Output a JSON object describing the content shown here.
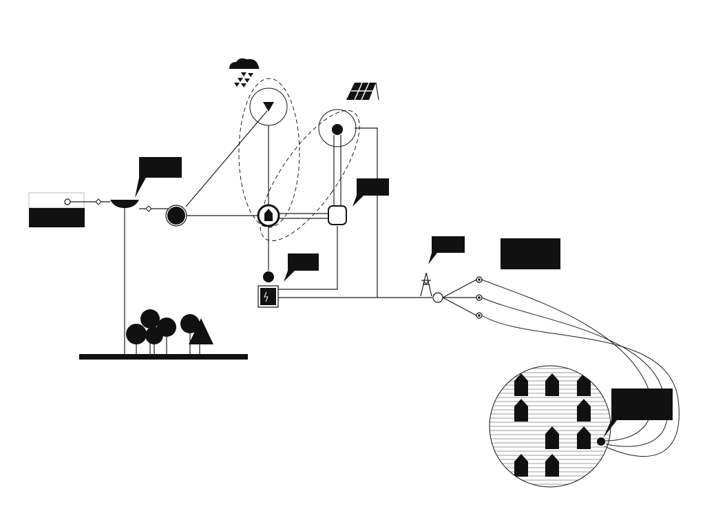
{
  "diagram": {
    "type": "energy-network-pictogram",
    "text_labels": [],
    "callouts": [
      {
        "id": "callout-pump",
        "text": ""
      },
      {
        "id": "callout-control-unit",
        "text": ""
      },
      {
        "id": "callout-storage",
        "text": ""
      },
      {
        "id": "callout-grid-pylon",
        "text": ""
      },
      {
        "id": "callout-distribution",
        "text": ""
      },
      {
        "id": "callout-settlement",
        "text": ""
      }
    ],
    "icons": [
      "rain-cloud-icon",
      "solar-panel-icon",
      "house-icon",
      "pylon-icon",
      "tree-icon",
      "battery-icon"
    ],
    "colors": {
      "ink": "#111111",
      "background": "#ffffff"
    }
  }
}
